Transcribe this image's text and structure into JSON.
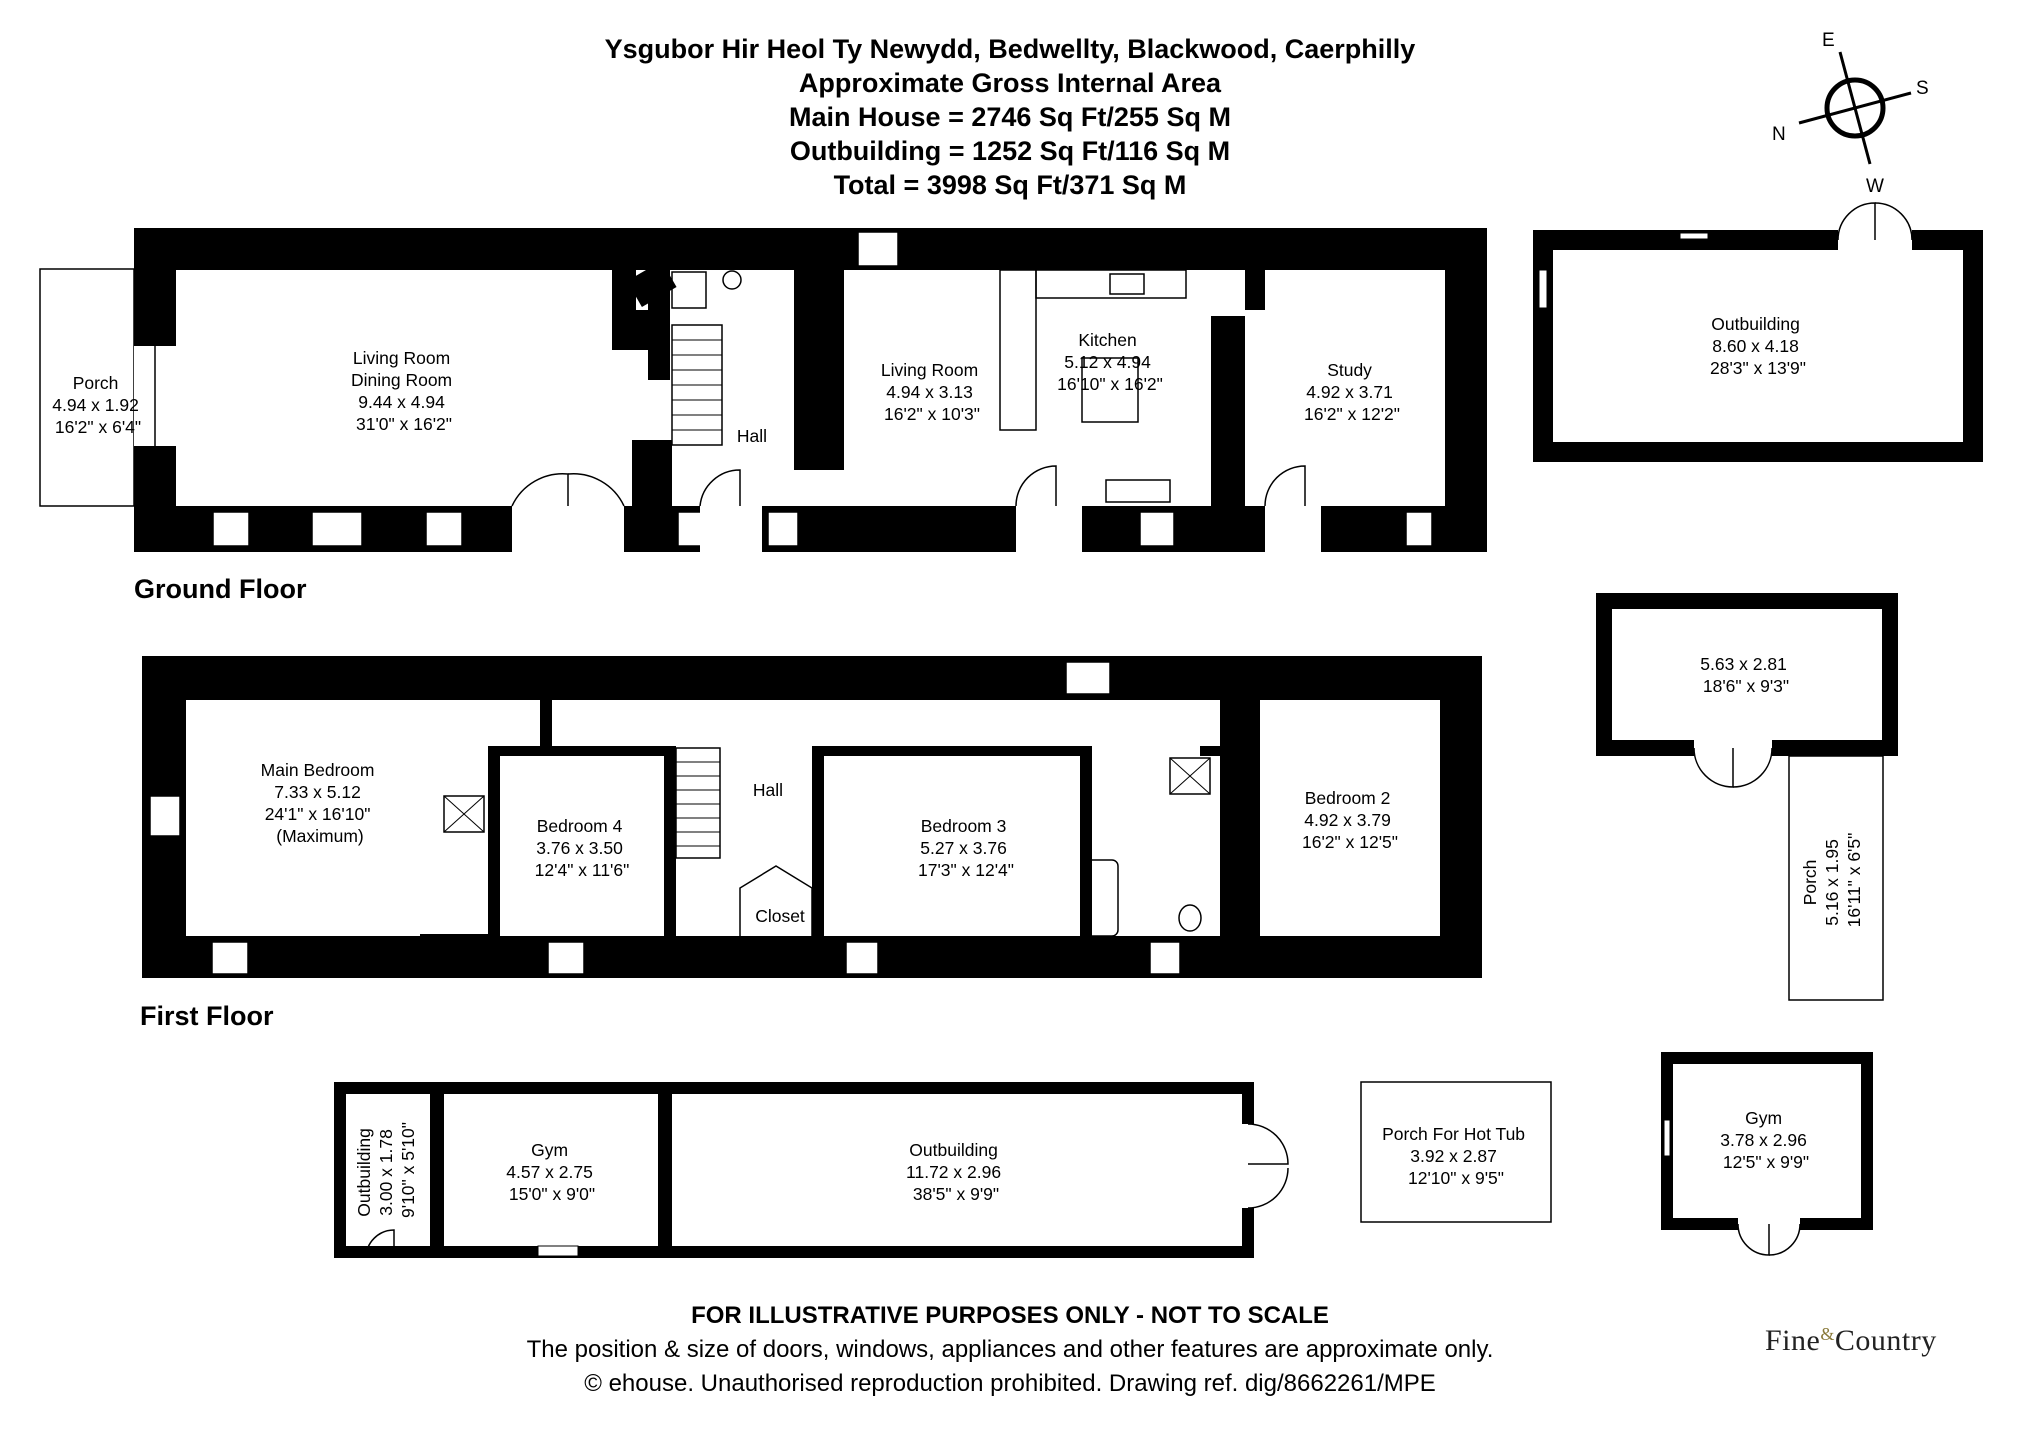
{
  "header": {
    "address": "Ysgubor Hir Heol Ty Newydd, Bedwellty, Blackwood, Caerphilly",
    "area_title": "Approximate Gross Internal Area",
    "main_house": "Main House = 2746 Sq Ft/255 Sq M",
    "outbuilding": "Outbuilding = 1252 Sq Ft/116 Sq M",
    "total": "Total = 3998 Sq Ft/371 Sq M"
  },
  "compass": {
    "e": "E",
    "s": "S",
    "n": "N",
    "w": "W"
  },
  "floors": {
    "ground": "Ground Floor",
    "first": "First Floor"
  },
  "rooms": {
    "porch_gf": [
      "Porch",
      "4.94 x 1.92",
      "16'2\" x 6'4\""
    ],
    "living_dining": [
      "Living Room",
      "Dining Room",
      "9.44 x 4.94",
      "31'0\" x 16'2\""
    ],
    "hall_gf": [
      "Hall"
    ],
    "living_room2": [
      "Living Room",
      "4.94 x 3.13",
      "16'2\" x 10'3\""
    ],
    "kitchen": [
      "Kitchen",
      "5.12 x 4.94",
      "16'10\" x 16'2\""
    ],
    "study": [
      "Study",
      "4.92 x 3.71",
      "16'2\" x 12'2\""
    ],
    "outbuilding_top": [
      "Outbuilding",
      "8.60 x 4.18",
      "28'3\" x 13'9\""
    ],
    "main_bedroom": [
      "Main Bedroom",
      "7.33 x 5.12",
      "24'1\" x 16'10\"",
      "(Maximum)"
    ],
    "bedroom4": [
      "Bedroom 4",
      "3.76 x 3.50",
      "12'4\" x 11'6\""
    ],
    "hall_ff": [
      "Hall"
    ],
    "closet": [
      "Closet"
    ],
    "bedroom3": [
      "Bedroom 3",
      "5.27 x 3.76",
      "17'3\" x 12'4\""
    ],
    "bedroom2": [
      "Bedroom 2",
      "4.92 x 3.79",
      "16'2\" x 12'5\""
    ],
    "outbuilding_mid": [
      "5.63 x 2.81",
      "18'6\" x 9'3\""
    ],
    "porch_vertical": [
      "Porch",
      "5.16 x 1.95",
      "16'11\" x 6'5\""
    ],
    "outbuilding_small": [
      "Outbuilding",
      "3.00 x 1.78",
      "9'10\" x 5'10\""
    ],
    "gym1": [
      "Gym",
      "4.57 x 2.75",
      "15'0\" x 9'0\""
    ],
    "outbuilding_long": [
      "Outbuilding",
      "11.72 x 2.96",
      "38'5\" x 9'9\""
    ],
    "porch_hot_tub": [
      "Porch For Hot Tub",
      "3.92 x 2.87",
      "12'10\" x 9'5\""
    ],
    "gym2": [
      "Gym",
      "3.78 x 2.96",
      "12'5\" x 9'9\""
    ]
  },
  "footer": {
    "disclaimer": "FOR ILLUSTRATIVE PURPOSES ONLY - NOT TO SCALE",
    "note": "The position & size of doors, windows, appliances and other features are approximate only.",
    "copyright": "© ehouse. Unauthorised reproduction prohibited. Drawing ref. dig/8662261/MPE"
  },
  "logo": {
    "left": "Fine",
    "amp": "&",
    "right": "Country"
  },
  "colors": {
    "wall": "#000000",
    "background": "#ffffff"
  }
}
